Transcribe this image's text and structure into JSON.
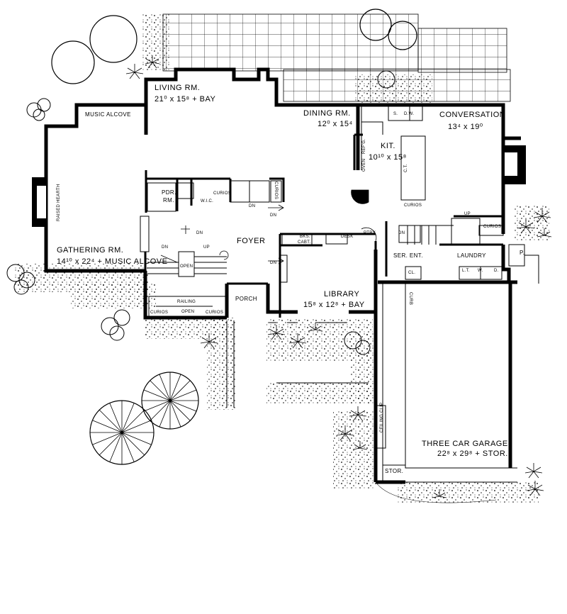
{
  "rooms": {
    "living": {
      "name": "LIVING RM.",
      "dim": "21⁰ x 15⁸ + BAY"
    },
    "music_alcove": {
      "name": "MUSIC ALCOVE"
    },
    "dining": {
      "name": "DINING RM.",
      "dim": "12⁰ x 15⁴"
    },
    "kitchen": {
      "name": "KIT.",
      "dim": "10¹⁰ x 15⁸"
    },
    "conversation": {
      "name": "CONVERSATION",
      "dim": "13⁴ x 19⁰"
    },
    "pdr": {
      "name": "PDR.",
      "name2": "RM."
    },
    "wic": {
      "name": "W.I.C."
    },
    "foyer": {
      "name": "FOYER"
    },
    "gathering": {
      "name": "GATHERING RM.",
      "dim": "14¹⁰ x 22⁴ + MUSIC ALCOVE"
    },
    "porch": {
      "name": "PORCH"
    },
    "library": {
      "name": "LIBRARY",
      "dim": "15⁸ x 12⁸ + BAY"
    },
    "ser_ent": {
      "name": "SER. ENT."
    },
    "laundry": {
      "name": "LAUNDRY"
    },
    "garage": {
      "name": "THREE CAR GARAGE",
      "dim": "22⁸ x 29⁸ + STOR."
    },
    "stor": {
      "name": "STOR."
    }
  },
  "fixtures": {
    "raised_hearth": "RAISED HEARTH",
    "curios": "CURIOS",
    "railing": "RAILING",
    "open": "OPEN",
    "dn": "DN",
    "up": "UP",
    "bks": "BKS.",
    "cabt": "CABT.",
    "desk": "DESK",
    "ptry": "PTRY",
    "oven": "OVEN",
    "ref": "REF'G.",
    "s": "S.",
    "dw": "D.W.",
    "ct": "C.T.",
    "cl": "CL.",
    "lt": "L.T.",
    "w": "W.",
    "d": "D.",
    "p": "P.",
    "curb": "CURB",
    "ceiling_clip": "CEILING CLIP"
  },
  "colors": {
    "ink": "#000000",
    "paper": "#ffffff"
  }
}
